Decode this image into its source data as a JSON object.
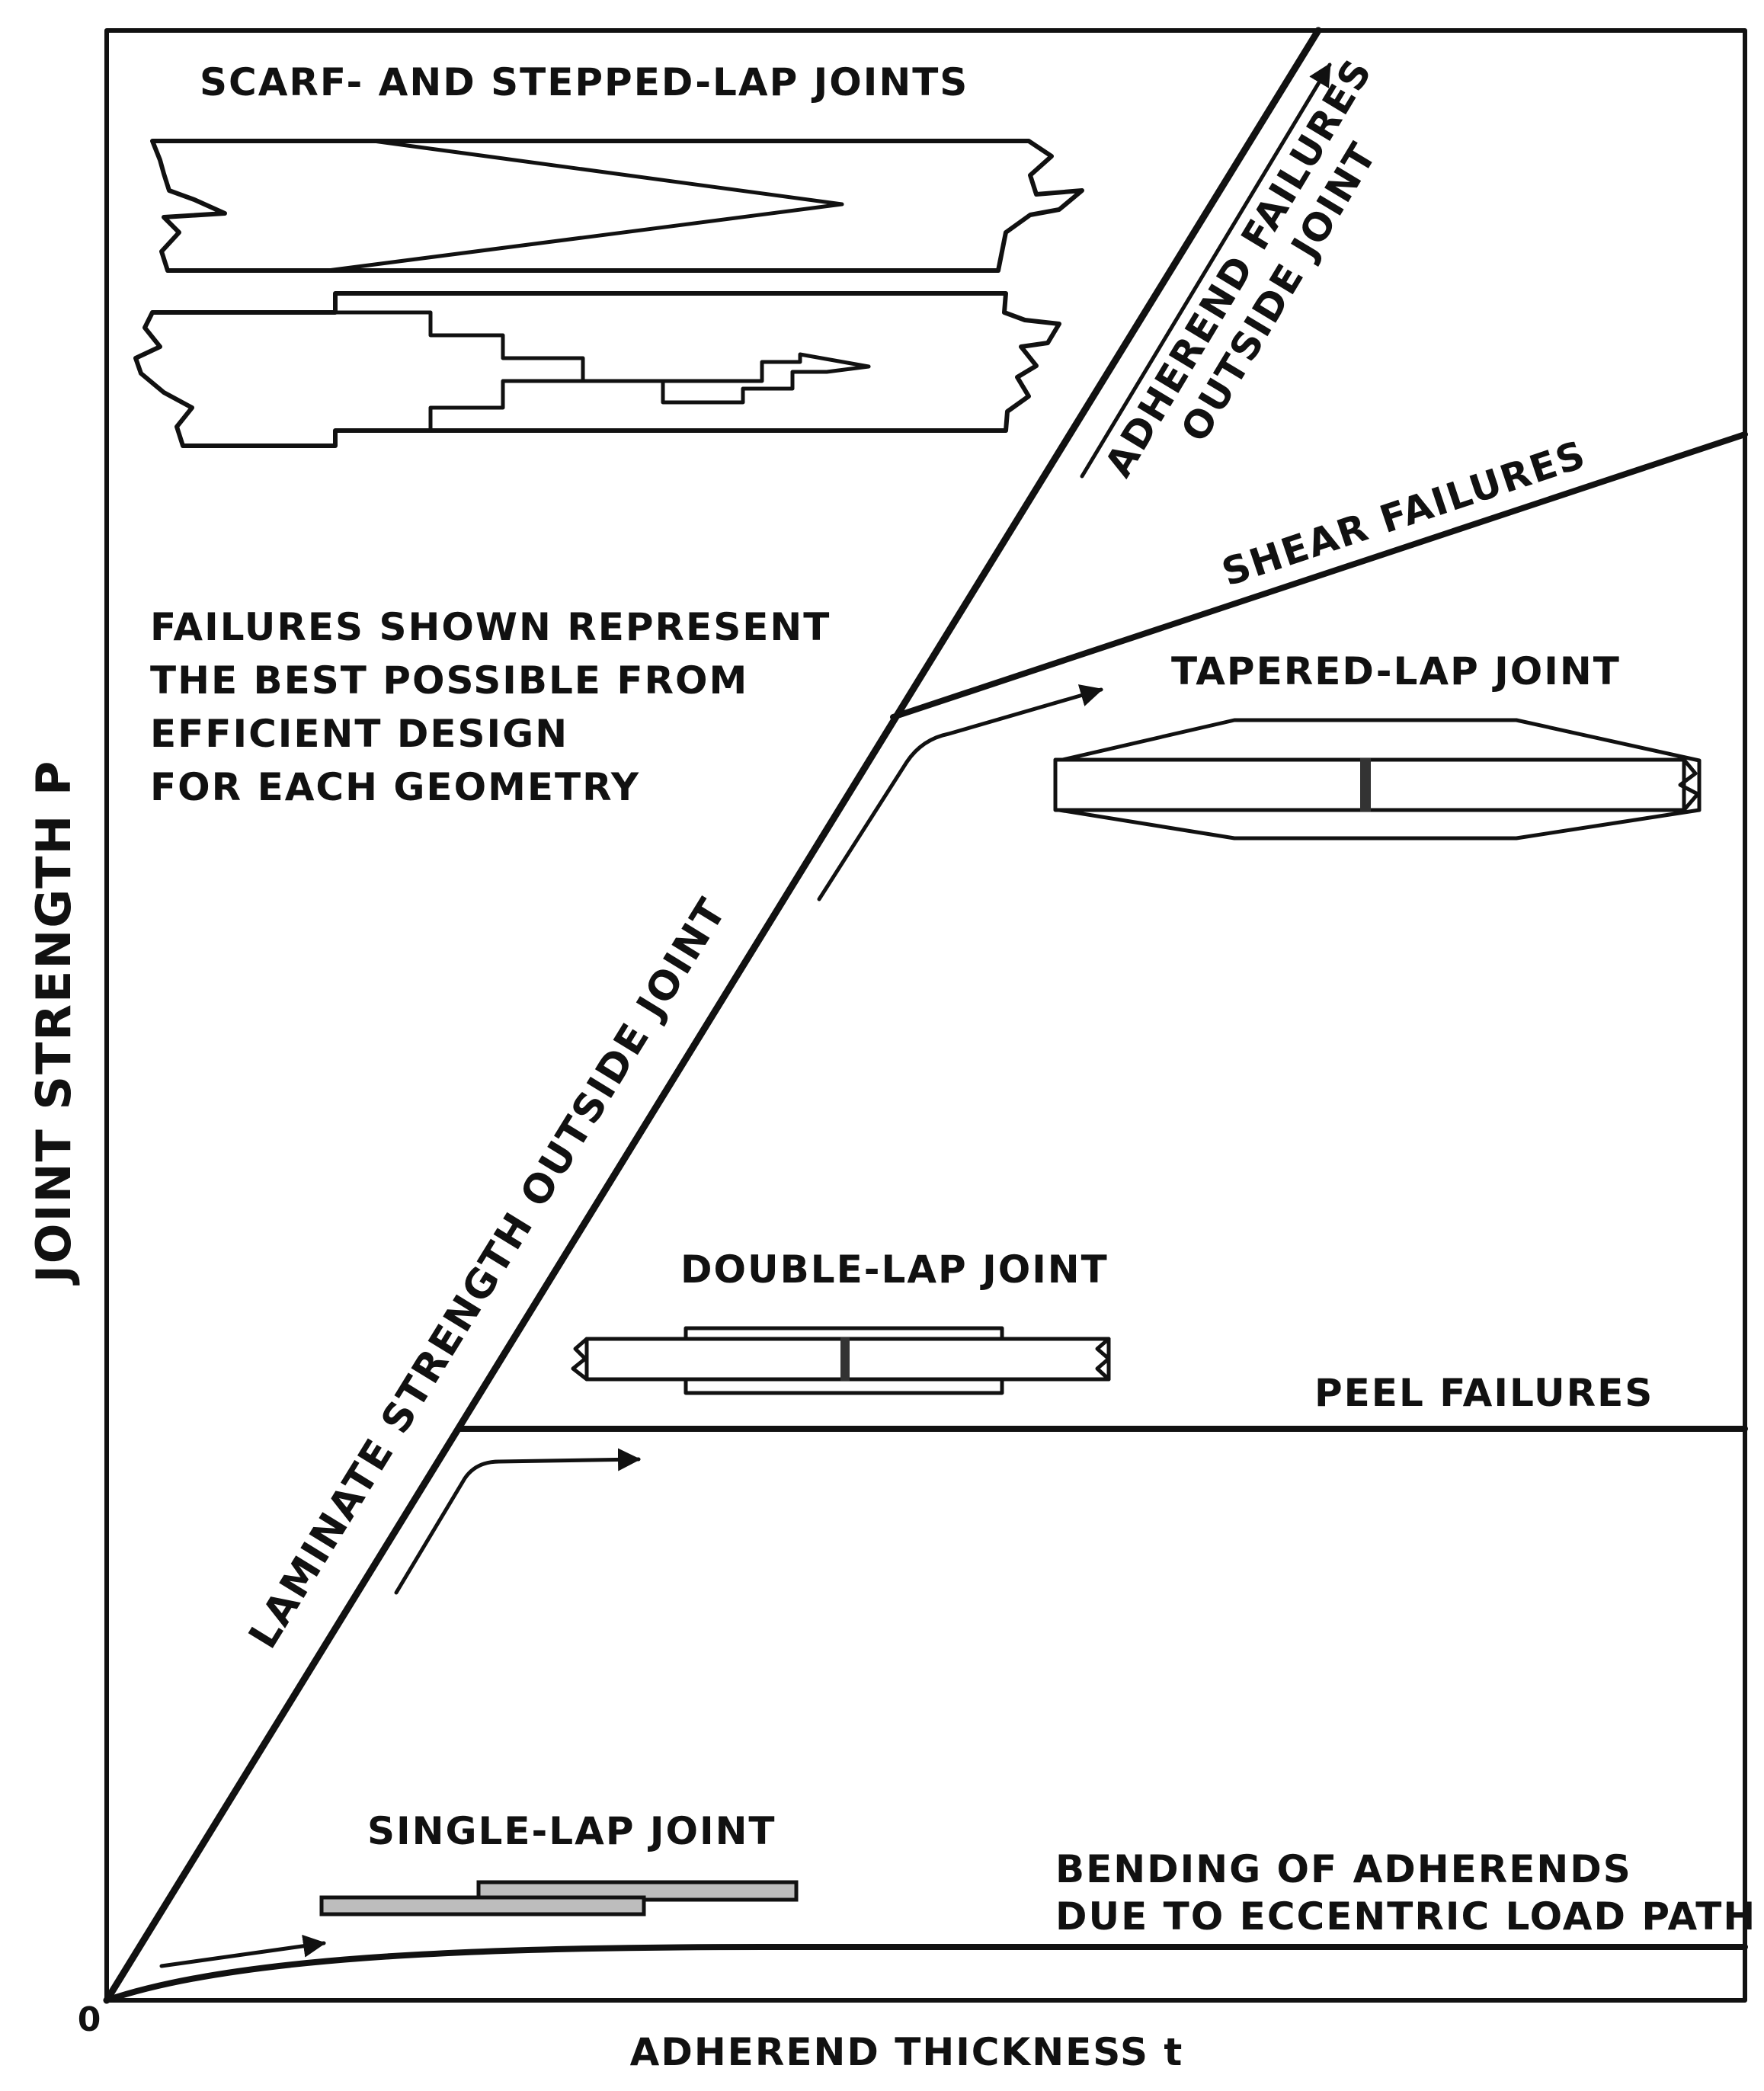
{
  "axes": {
    "y_label": "JOINT STRENGTH P",
    "x_label": "ADHEREND THICKNESS t",
    "origin_label": "0"
  },
  "notes": {
    "failures_line1": "FAILURES SHOWN REPRESENT",
    "failures_line2": "THE BEST POSSIBLE FROM",
    "failures_line3": "EFFICIENT DESIGN",
    "failures_line4": "FOR EACH GEOMETRY"
  },
  "joints": {
    "scarf_stepped": "SCARF- AND STEPPED-LAP JOINTS",
    "tapered": "TAPERED-LAP JOINT",
    "double": "DOUBLE-LAP JOINT",
    "single": "SINGLE-LAP JOINT"
  },
  "regions": {
    "laminate": "LAMINATE STRENGTH OUTSIDE JOINT",
    "adherend_line1": "ADHEREND FAILURES",
    "adherend_line2": "OUTSIDE JOINT",
    "shear": "SHEAR FAILURES",
    "peel": "PEEL FAILURES",
    "bending_line1": "BENDING OF ADHERENDS",
    "bending_line2": "DUE TO ECCENTRIC LOAD PATH"
  }
}
